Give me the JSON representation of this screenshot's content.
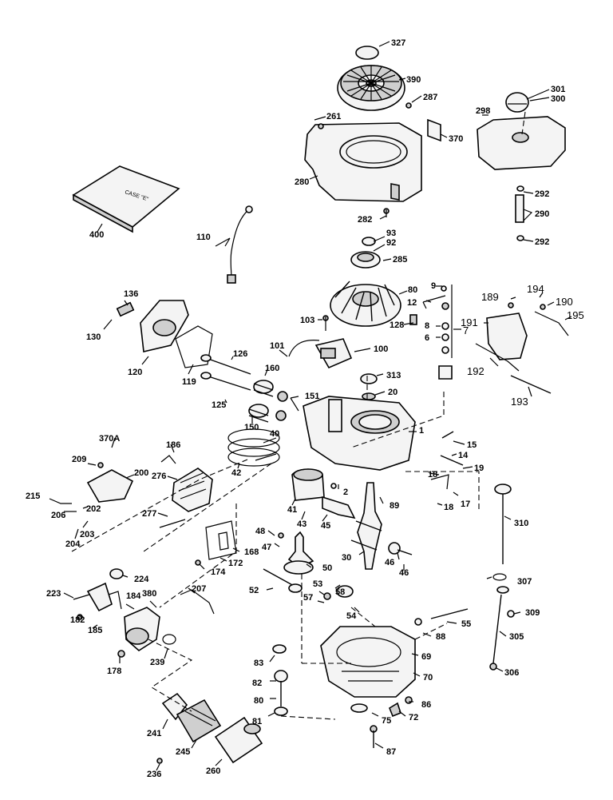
{
  "labels": {
    "l327": "327",
    "l390": "390",
    "l287": "287",
    "l261": "261",
    "l370": "370",
    "l280": "280",
    "l282": "282",
    "l301": "301",
    "l300": "300",
    "l298": "298",
    "l292a": "292",
    "l290": "290",
    "l292b": "292",
    "l400": "400",
    "l400_lid_text": "CASE \"E\"",
    "l110": "110",
    "l93": "93",
    "l92": "92",
    "l285": "285",
    "l80": "80",
    "l9": "9",
    "l12": "12",
    "l128": "128",
    "l8": "8",
    "l6": "6",
    "l7": "7",
    "l103": "103",
    "l189": "189",
    "l194": "194",
    "l190": "190",
    "l191": "191",
    "l195": "195",
    "l192": "192",
    "l193": "193",
    "l136": "136",
    "l130": "130",
    "l120": "120",
    "l119": "119",
    "l101": "101",
    "l100": "100",
    "l313": "313",
    "l20": "20",
    "l126": "126",
    "l125": "125",
    "l160a": "160",
    "l151": "151",
    "l150": "150",
    "l1": "1",
    "l15": "15",
    "l14": "14",
    "l19": "19",
    "l18a": "18",
    "l17": "17",
    "l18b": "18",
    "l40": "40",
    "l42": "42",
    "l370a": "370A",
    "l186": "186",
    "l209": "209",
    "l200": "200",
    "l276": "276",
    "l215": "215",
    "l206": "206",
    "l202": "202",
    "l203": "203",
    "l204": "204",
    "l277": "277",
    "l2": "2",
    "l89": "89",
    "l41": "41",
    "l43": "43",
    "l45": "45",
    "l310": "310",
    "l48": "48",
    "l47": "47",
    "l30": "30",
    "l46": "46",
    "l174": "174",
    "l172": "172",
    "l168": "168",
    "l50": "50",
    "l58": "58",
    "l224": "224",
    "l52": "52",
    "l207": "207",
    "l223": "223",
    "l184": "184",
    "l380": "380",
    "l53": "53",
    "l57": "57",
    "l54": "54",
    "l307": "307",
    "l182": "182",
    "l185": "185",
    "l55": "55",
    "l309": "309",
    "l305": "305",
    "l88": "88",
    "l178": "178",
    "l239": "239",
    "l83": "83",
    "l69": "69",
    "l306": "306",
    "l82": "82",
    "l70": "70",
    "l80b": "80",
    "l86": "86",
    "l241": "241",
    "l81": "81",
    "l75": "75",
    "l72": "72",
    "l245": "245",
    "l260": "260",
    "l87": "87",
    "l236": "236"
  }
}
